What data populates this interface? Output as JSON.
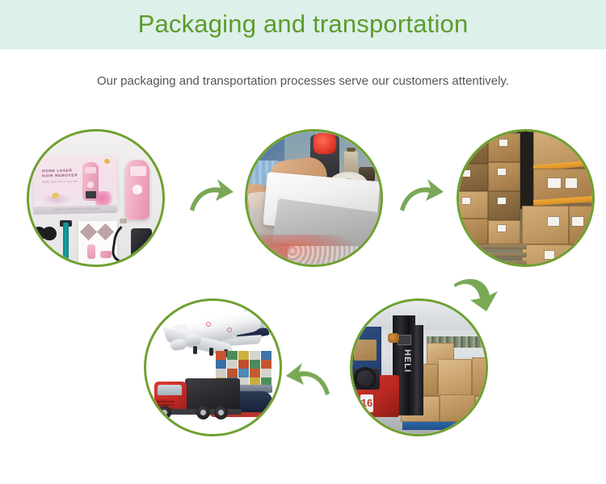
{
  "page": {
    "title": "Packaging and transportation",
    "subtitle": "Our packaging and transportation processes serve our customers attentively.",
    "header_bg": "#ddf0e9",
    "title_color": "#5d9b2c",
    "subtitle_color": "#555555",
    "accent_green": "#6fa030",
    "arrow_green": "#7aa855",
    "background": "#ffffff"
  },
  "steps": [
    {
      "id": 1,
      "name": "product-kit",
      "caption": "Home laser hair remover product kit laid out with retail box, device, accessories",
      "box_brand_line1": "HOME LASER",
      "box_brand_line2": "HAIR REMOVER",
      "box_tagline": "MeiBo·Take care of your skin",
      "box_base_text": "HOME LASER HAIR REMOVER"
    },
    {
      "id": 2,
      "name": "packing",
      "caption": "Worker sealing products into white and grey poly mailer bags at packing station"
    },
    {
      "id": 3,
      "name": "warehouse-cartons",
      "caption": "Stacked labelled cardboard cartons strapped on pallets in the warehouse"
    },
    {
      "id": 4,
      "name": "shipping-modes",
      "caption": "Air freight plane, road truck and sea container ship"
    },
    {
      "id": 5,
      "name": "forklift-loading",
      "caption": "HELI forklift loading palletised cartons for dispatch",
      "forklift_brand": "HELI",
      "forklift_model": "16"
    }
  ],
  "arrows": [
    {
      "id": "arrow-1-2",
      "name": "arrow-step1-to-step2",
      "direction": "right"
    },
    {
      "id": "arrow-2-3",
      "name": "arrow-step2-to-step3",
      "direction": "right"
    },
    {
      "id": "arrow-3-5",
      "name": "arrow-step3-to-step5",
      "direction": "down-left"
    },
    {
      "id": "arrow-5-4",
      "name": "arrow-step5-to-step4",
      "direction": "left"
    }
  ]
}
